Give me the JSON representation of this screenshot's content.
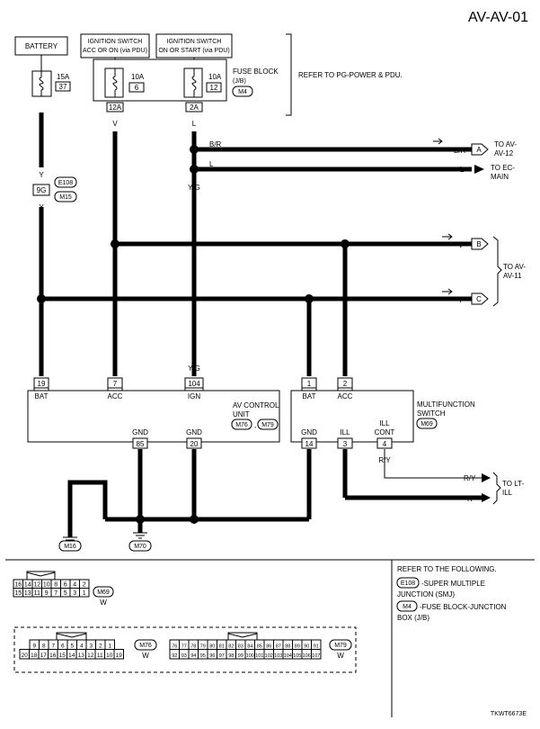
{
  "page": {
    "id": "AV-AV-01",
    "code": "TKWT6673E"
  },
  "power": {
    "battery": "BATTERY",
    "ign_acc_line1": "IGNITION SWITCH",
    "ign_acc_line2": "ACC OR ON (via PDU)",
    "ign_on_line1": "IGNITION SWITCH",
    "ign_on_line2": "ON OR START (via PDU)",
    "fuse_block_line1": "FUSE BLOCK",
    "fuse_block_line2": "(J/B)",
    "fuse_block_conn": "M4",
    "refer_pg": "REFER TO PG-POWER & PDU.",
    "fuses": [
      {
        "amp": "15A",
        "num": "37"
      },
      {
        "amp": "10A",
        "num": "6"
      },
      {
        "amp": "10A",
        "num": "12"
      }
    ],
    "pins": {
      "acc": "12A",
      "on": "2A"
    }
  },
  "joint": {
    "pin": "9G",
    "conn1": "E108",
    "conn2": "M15"
  },
  "wires": {
    "y": "Y",
    "v": "V",
    "l": "L",
    "yg": "Y/G",
    "br": "B/R",
    "b": "B",
    "r": "R",
    "ry": "R/Y"
  },
  "offpage": {
    "a": "A",
    "b": "B",
    "c": "C",
    "to_av12_l1": "TO AV-",
    "to_av12_l2": "AV-12",
    "to_ec_l1": "TO EC-",
    "to_ec_l2": "MAIN",
    "to_av11_l1": "TO AV-",
    "to_av11_l2": "AV-11",
    "to_lt_l1": "TO LT-",
    "to_lt_l2": "ILL"
  },
  "av_unit": {
    "line1": "AV CONTROL",
    "line2": "UNIT",
    "conn1": "M76",
    "conn2": "M79",
    "sep": ",",
    "pins": [
      {
        "num": "19",
        "label": "BAT"
      },
      {
        "num": "7",
        "label": "ACC"
      },
      {
        "num": "104",
        "label": "IGN"
      },
      {
        "num": "85",
        "label": "GND"
      },
      {
        "num": "20",
        "label": "GND"
      }
    ]
  },
  "mf_switch": {
    "line1": "MULTIFUNCTION",
    "line2": "SWITCH",
    "conn": "M69",
    "pins": [
      {
        "num": "1",
        "label": "BAT"
      },
      {
        "num": "2",
        "label": "ACC"
      },
      {
        "num": "14",
        "label": "GND"
      },
      {
        "num": "3",
        "label": "ILL"
      },
      {
        "num": "4",
        "label": "ILL CONT",
        "label1": "ILL",
        "label2": "CONT"
      }
    ]
  },
  "grounds": {
    "g1": "M16",
    "g2": "M70"
  },
  "connectors": {
    "m69": {
      "name": "M69",
      "color": "W",
      "rows": [
        [
          "16",
          "14",
          "12",
          "10",
          "8",
          "6",
          "4",
          "2"
        ],
        [
          "15",
          "13",
          "11",
          "9",
          "7",
          "5",
          "3",
          "1"
        ]
      ]
    },
    "m76": {
      "name": "M76",
      "color": "W",
      "rows": [
        [
          "9",
          "8",
          "7",
          "6",
          "5",
          "4",
          "3",
          "2",
          "1"
        ],
        [
          "20",
          "18",
          "17",
          "16",
          "15",
          "14",
          "13",
          "12",
          "11",
          "10",
          "19"
        ]
      ]
    },
    "m79": {
      "name": "M79",
      "color": "W",
      "rows": [
        [
          "76",
          "77",
          "78",
          "79",
          "80",
          "81",
          "82",
          "83",
          "84",
          "85",
          "86",
          "87",
          "88",
          "89",
          "90",
          "91"
        ],
        [
          "92",
          "93",
          "94",
          "95",
          "96",
          "97",
          "98",
          "99",
          "100",
          "101",
          "102",
          "103",
          "104",
          "105",
          "106",
          "107"
        ]
      ]
    }
  },
  "refer": {
    "title": "REFER TO THE FOLLOWING.",
    "e108_conn": "E108",
    "e108_l1": "-SUPER MULTIPLE",
    "e108_l2": "JUNCTION (SMJ)",
    "m4_conn": "M4",
    "m4_l1": "-FUSE BLOCK-JUNCTION",
    "m4_l2": "BOX (J/B)"
  }
}
